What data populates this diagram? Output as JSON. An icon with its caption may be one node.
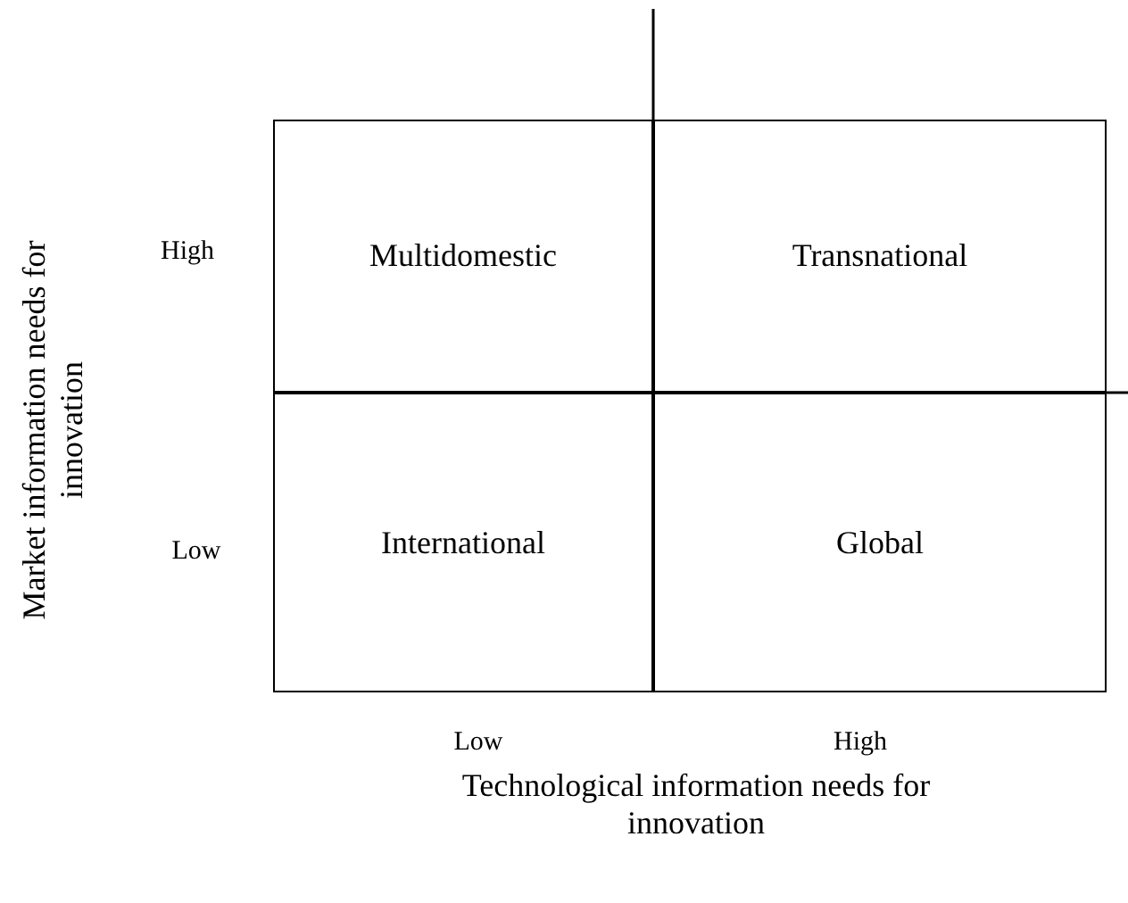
{
  "diagram": {
    "nodes": [
      {
        "text": [
          "Multidomestic"
        ]
      },
      {
        "text": [
          "Transnational"
        ]
      },
      {
        "text": [
          "International"
        ]
      },
      {
        "text": [
          "Global"
        ]
      }
    ],
    "labels": [
      "High",
      "Low",
      "Market information needs for innovation",
      "Low",
      "High",
      "Technological information needs for innovation"
    ]
  }
}
